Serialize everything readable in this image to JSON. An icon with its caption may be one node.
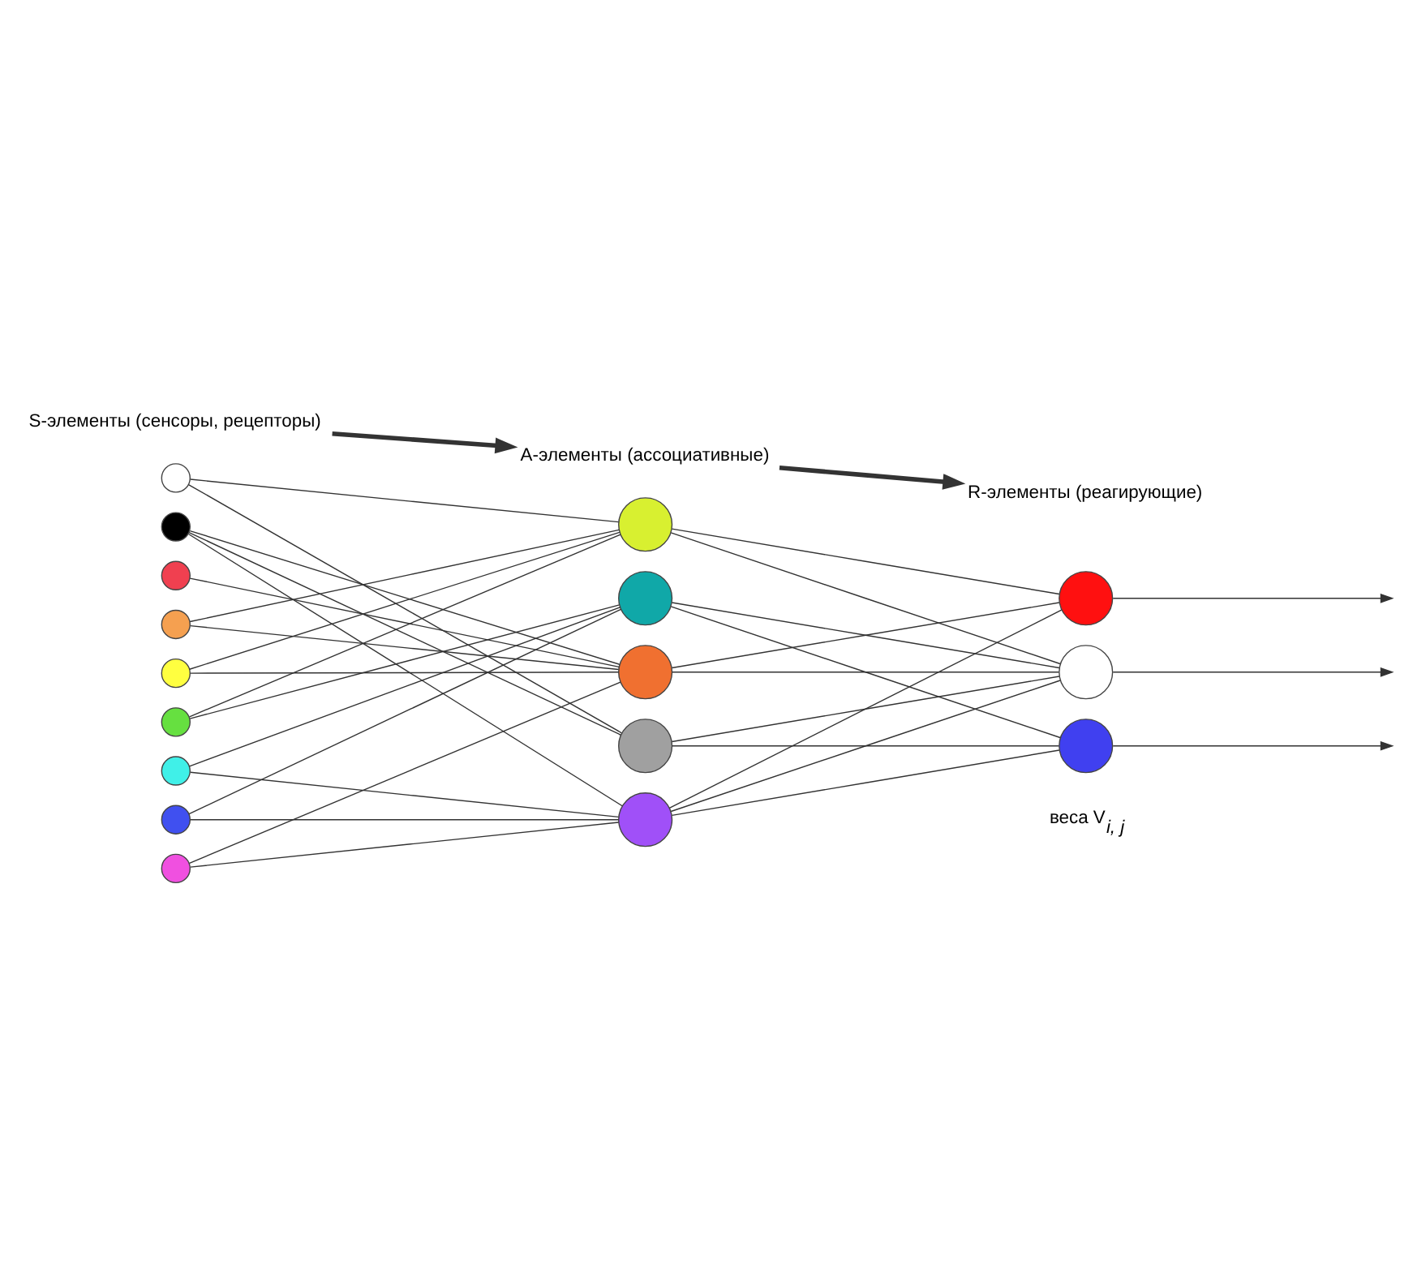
{
  "diagram": {
    "nodes": [
      {
        "text": [
          "S-элементы (сенсоры, рецепторы)"
        ]
      },
      {
        "text": [
          "А-элементы (ассоциативные)"
        ]
      },
      {
        "text": [
          "R-элементы (реагирующие)"
        ]
      },
      {
        "text": [],
        "shape": "circle"
      },
      {
        "text": [],
        "shape": "circle"
      },
      {
        "text": [],
        "shape": "circle"
      },
      {
        "text": [],
        "shape": "circle"
      },
      {
        "text": [],
        "shape": "circle"
      },
      {
        "text": [],
        "shape": "circle"
      },
      {
        "text": [],
        "shape": "circle"
      },
      {
        "text": [],
        "shape": "circle"
      },
      {
        "text": [],
        "shape": "circle"
      },
      {
        "text": [],
        "shape": "circle"
      },
      {
        "text": [],
        "shape": "circle"
      },
      {
        "text": [],
        "shape": "circle"
      },
      {
        "text": [],
        "shape": "circle"
      },
      {
        "text": [],
        "shape": "circle"
      },
      {
        "text": [],
        "shape": "circle"
      },
      {
        "text": [],
        "shape": "circle"
      },
      {
        "text": [],
        "shape": "circle"
      }
    ],
    "edges": [
      {
        "from": 0,
        "to": 1,
        "arrow": "to",
        "style": "thick"
      },
      {
        "from": 1,
        "to": 2,
        "arrow": "to",
        "style": "thick"
      },
      {
        "from": 3,
        "to": 12,
        "arrow": "none"
      },
      {
        "from": 3,
        "to": 15,
        "arrow": "none"
      },
      {
        "from": 4,
        "to": 14,
        "arrow": "none"
      },
      {
        "from": 4,
        "to": 15,
        "arrow": "none"
      },
      {
        "from": 4,
        "to": 16,
        "arrow": "none"
      },
      {
        "from": 5,
        "to": 14,
        "arrow": "none"
      },
      {
        "from": 6,
        "to": 12,
        "arrow": "none"
      },
      {
        "from": 6,
        "to": 14,
        "arrow": "none"
      },
      {
        "from": 7,
        "to": 12,
        "arrow": "none"
      },
      {
        "from": 7,
        "to": 14,
        "arrow": "none"
      },
      {
        "from": 8,
        "to": 12,
        "arrow": "none"
      },
      {
        "from": 8,
        "to": 13,
        "arrow": "none"
      },
      {
        "from": 9,
        "to": 13,
        "arrow": "none"
      },
      {
        "from": 9,
        "to": 16,
        "arrow": "none"
      },
      {
        "from": 10,
        "to": 13,
        "arrow": "none"
      },
      {
        "from": 10,
        "to": 16,
        "arrow": "none"
      },
      {
        "from": 11,
        "to": 14,
        "arrow": "none"
      },
      {
        "from": 11,
        "to": 16,
        "arrow": "none"
      },
      {
        "from": 12,
        "to": 17,
        "arrow": "none"
      },
      {
        "from": 12,
        "to": 18,
        "arrow": "none"
      },
      {
        "from": 13,
        "to": 18,
        "arrow": "none"
      },
      {
        "from": 13,
        "to": 19,
        "arrow": "none"
      },
      {
        "from": 14,
        "to": 17,
        "arrow": "none"
      },
      {
        "from": 14,
        "to": 18,
        "arrow": "none"
      },
      {
        "from": 15,
        "to": 18,
        "arrow": "none"
      },
      {
        "from": 15,
        "to": 19,
        "arrow": "none"
      },
      {
        "from": 16,
        "to": 17,
        "arrow": "none"
      },
      {
        "from": 16,
        "to": 18,
        "arrow": "none"
      },
      {
        "from": 16,
        "to": 19,
        "arrow": "none"
      },
      {
        "from": 17,
        "to": null,
        "arrow": "to"
      },
      {
        "from": 18,
        "to": null,
        "arrow": "to"
      },
      {
        "from": 19,
        "to": null,
        "arrow": "to"
      }
    ],
    "labels": [
      "веса V$_{i, j}$"
    ]
  }
}
